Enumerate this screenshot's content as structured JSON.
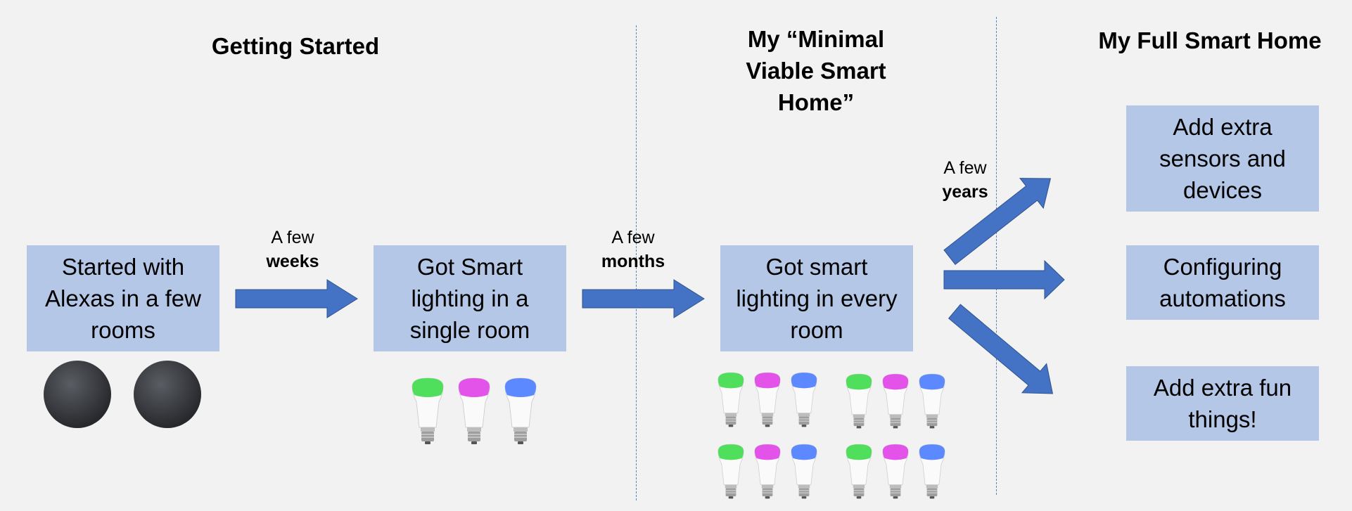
{
  "sections": [
    {
      "title": "Getting Started"
    },
    {
      "title": "My “Minimal Viable Smart Home”"
    },
    {
      "title": "My Full Smart Home"
    }
  ],
  "steps": [
    {
      "text": "Started with Alexas in a few rooms"
    },
    {
      "text": "Got Smart lighting in a single room"
    },
    {
      "text": "Got smart lighting in every room"
    }
  ],
  "outcomes": [
    {
      "text": "Add extra sensors and devices"
    },
    {
      "text": "Configuring automations"
    },
    {
      "text": "Add extra fun things!"
    }
  ],
  "transitions": [
    {
      "prefix": "A few",
      "duration": "weeks"
    },
    {
      "prefix": "A few",
      "duration": "months"
    },
    {
      "prefix": "A few",
      "duration": "years"
    }
  ],
  "colors": {
    "box_fill": "#b4c7e7",
    "arrow_fill": "#4472c4",
    "divider": "#5b80bd",
    "background": "#f2f2f2"
  },
  "icons": [
    "smart-speaker-icon",
    "smart-bulb-icon"
  ]
}
